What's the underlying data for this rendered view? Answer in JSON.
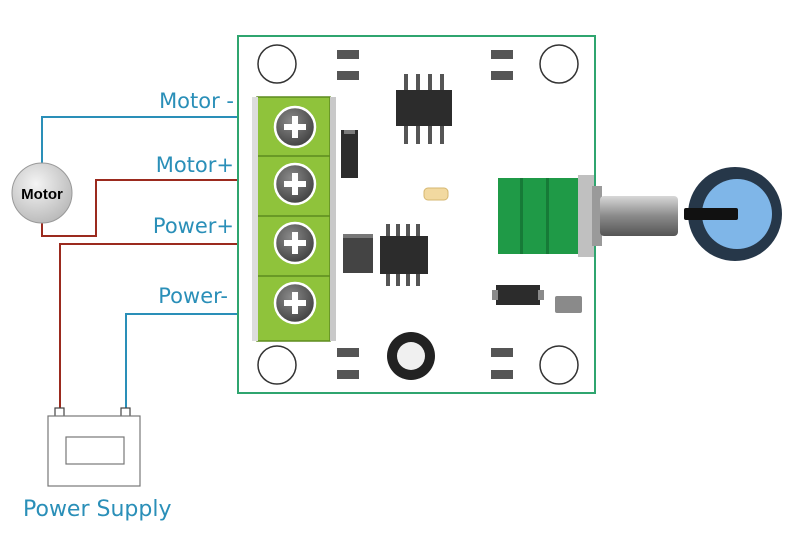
{
  "terminals": [
    {
      "label": "Motor -"
    },
    {
      "label": "Motor+"
    },
    {
      "label": "Power+"
    },
    {
      "label": "Power-"
    }
  ],
  "motor": {
    "label": "Motor"
  },
  "power_supply": {
    "label": "Power Supply"
  },
  "colors": {
    "label_text": "#2a8fb8",
    "wire_blue": "#2a8fb8",
    "wire_red": "#9b2a1e",
    "terminal_block": "#8fc33b",
    "potentiometer": "#1f9a47",
    "knob_blue": "#7fb6e8"
  },
  "icons": [
    "screw-terminal-icon",
    "potentiometer-knob-icon",
    "motor-icon",
    "power-supply-icon"
  ]
}
